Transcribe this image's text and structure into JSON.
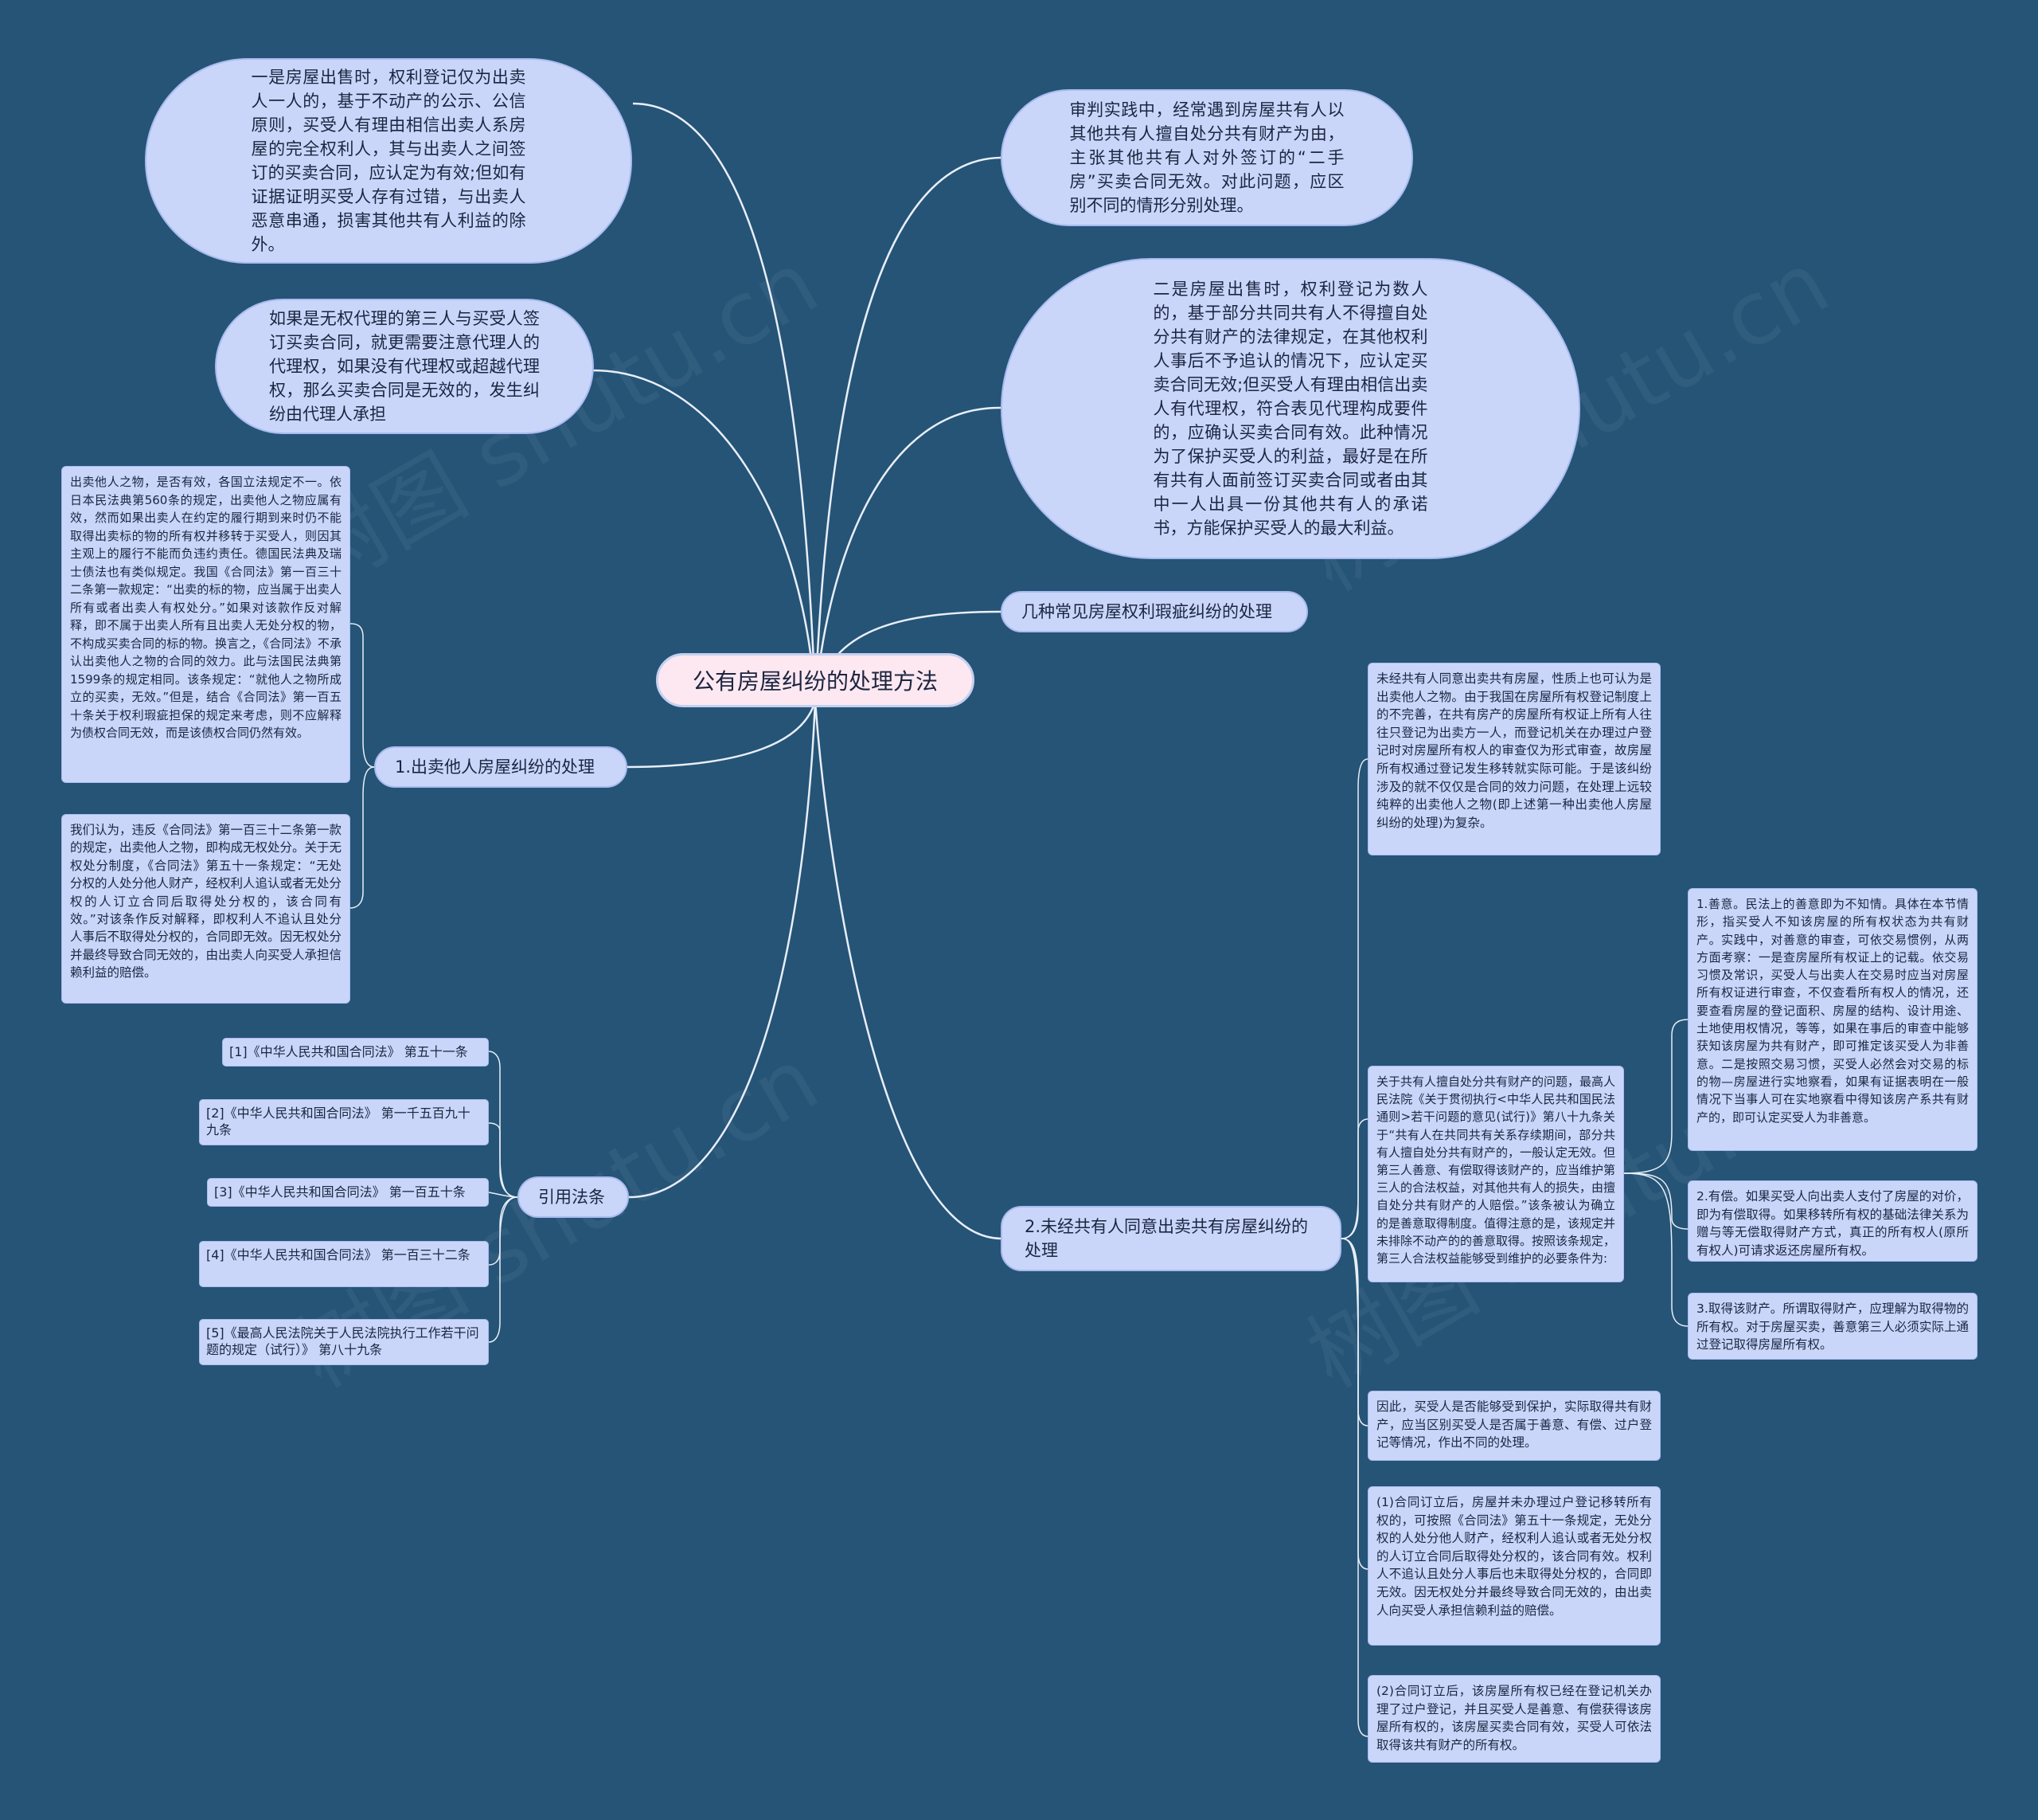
{
  "root": {
    "label": "公有房屋纠纷的处理方法"
  },
  "watermark": "树图 shutu.cn",
  "colors": {
    "background": "#255476",
    "node": "#c9d6fa",
    "root": "#fde8f1",
    "line": "#e8eef8"
  },
  "left": {
    "oval1": "一是房屋出售时，权利登记仅为出卖人一人的，基于不动产的公示、公信原则，买受人有理由相信出卖人系房屋的完全权利人，其与出卖人之间签订的买卖合同，应认定为有效;但如有证据证明买受人存有过错，与出卖人恶意串通，损害其他共有人利益的除外。",
    "oval2": "如果是无权代理的第三人与买受人签订买卖合同，就更需要注意代理人的代理权，如果没有代理权或超越代理权，那么买卖合同是无效的，发生纠纷由代理人承担",
    "branch1": {
      "label": "1.出卖他人房屋纠纷的处理",
      "notes": [
        "出卖他人之物，是否有效，各国立法规定不一。依日本民法典第560条的规定，出卖他人之物应属有效，然而如果出卖人在约定的履行期到来时仍不能取得出卖标的物的所有权并移转于买受人，则因其主观上的履行不能而负违约责任。德国民法典及瑞士债法也有类似规定。我国《合同法》第一百三十二条第一款规定：“出卖的标的物，应当属于出卖人所有或者出卖人有权处分。”如果对该款作反对解释，即不属于出卖人所有且出卖人无处分权的物，不构成买卖合同的标的物。换言之，《合同法》不承认出卖他人之物的合同的效力。此与法国民法典第1599条的规定相同。该条规定：“就他人之物所成立的买卖，无效。”但是，结合《合同法》第一百五十条关于权利瑕疵担保的规定来考虑，则不应解释为债权合同无效，而是该债权合同仍然有效。",
        "我们认为，违反《合同法》第一百三十二条第一款的规定，出卖他人之物，即构成无权处分。关于无权处分制度，《合同法》第五十一条规定：“无处分权的人处分他人财产，经权利人追认或者无处分权的人订立合同后取得处分权的，该合同有效。”对该条作反对解释，即权利人不追认且处分人事后不取得处分权的，合同即无效。因无权处分并最终导致合同无效的，由出卖人向买受人承担信赖利益的赔偿。"
      ]
    },
    "branch2": {
      "label": "引用法条",
      "laws": [
        "[1]《中华人民共和国合同法》 第五十一条",
        "[2]《中华人民共和国合同法》 第一千五百九十九条",
        "[3]《中华人民共和国合同法》 第一百五十条",
        "[4]《中华人民共和国合同法》 第一百三十二条",
        "[5]《最高人民法院关于人民法院执行工作若干问题的规定（试行）》 第八十九条"
      ]
    }
  },
  "right": {
    "oval1": "审判实践中，经常遇到房屋共有人以其他共有人擅自处分共有财产为由，主张其他共有人对外签订的“二手房”买卖合同无效。对此问题，应区别不同的情形分别处理。",
    "oval2": "二是房屋出售时，权利登记为数人的，基于部分共同共有人不得擅自处分共有财产的法律规定，在其他权利人事后不予追认的情况下，应认定买卖合同无效;但买受人有理由相信出卖人有代理权，符合表见代理构成要件的，应确认买卖合同有效。此种情况为了保护买受人的利益，最好是在所有共有人面前签订买卖合同或者由其中一人出具一份其他共有人的承诺书，方能保护买受人的最大利益。",
    "topic": "几种常见房屋权利瑕疵纠纷的处理",
    "branch": {
      "label": "2.未经共有人同意出卖共有房屋纠纷的处理",
      "notes": [
        "未经共有人同意出卖共有房屋，性质上也可认为是出卖他人之物。由于我国在房屋所有权登记制度上的不完善，在共有房产的房屋所有权证上所有人往往只登记为出卖方一人，而登记机关在办理过户登记时对房屋所有权人的审查仅为形式审查，故房屋所有权通过登记发生移转就实际可能。于是该纠纷涉及的就不仅仅是合同的效力问题，在处理上远较纯粹的出卖他人之物(即上述第一种出卖他人房屋纠纷的处理)为复杂。",
        "关于共有人擅自处分共有财产的问题，最高人民法院《关于贯彻执行<中华人民共和国民法通则>若干问题的意见(试行)》第八十九条关于“共有人在共同共有关系存续期间，部分共有人擅自处分共有财产的，一般认定无效。但第三人善意、有偿取得该财产的，应当维护第三人的合法权益，对其他共有人的损失，由擅自处分共有财产的人赔偿。”该条被认为确立的是善意取得制度。值得注意的是，该规定并未排除不动产的的善意取得。按照该条规定，第三人合法权益能够受到维护的必要条件为:",
        "因此，买受人是否能够受到保护，实际取得共有财产，应当区别买受人是否属于善意、有偿、过户登记等情况，作出不同的处理。",
        "(1)合同订立后，房屋并未办理过户登记移转所有权的，可按照《合同法》第五十一条规定，无处分权的人处分他人财产，经权利人追认或者无处分权的人订立合同后取得处分权的，该合同有效。权利人不追认且处分人事后也未取得处分权的，合同即无效。因无权处分并最终导致合同无效的，由出卖人向买受人承担信赖利益的赔偿。",
        "(2)合同订立后，该房屋所有权已经在登记机关办理了过户登记，并且买受人是善意、有偿获得该房屋所有权的，该房屋买卖合同有效，买受人可依法取得该共有财产的所有权。"
      ],
      "conditions": [
        "1.善意。民法上的善意即为不知情。具体在本节情形，指买受人不知该房屋的所有权状态为共有财产。实践中，对善意的审查，可依交易惯例，从两方面考察：一是查房屋所有权证上的记载。依交易习惯及常识，买受人与出卖人在交易时应当对房屋所有权证进行审查，不仅查看所有权人的情况，还要查看房屋的登记面积、房屋的结构、设计用途、土地使用权情况，等等，如果在事后的审查中能够获知该房屋为共有财产，即可推定该买受人为非善意。二是按照交易习惯，买受人必然会对交易的标的物—房屋进行实地察看，如果有证据表明在一般情况下当事人可在实地察看中得知该房产系共有财产的，即可认定买受人为非善意。",
        "2.有偿。如果买受人向出卖人支付了房屋的对价，即为有偿取得。如果移转所有权的基础法律关系为赠与等无偿取得财产方式，真正的所有权人(原所有权人)可请求返还房屋所有权。",
        "3.取得该财产。所谓取得财产，应理解为取得物的所有权。对于房屋买卖，善意第三人必须实际上通过登记取得房屋所有权。"
      ]
    }
  }
}
